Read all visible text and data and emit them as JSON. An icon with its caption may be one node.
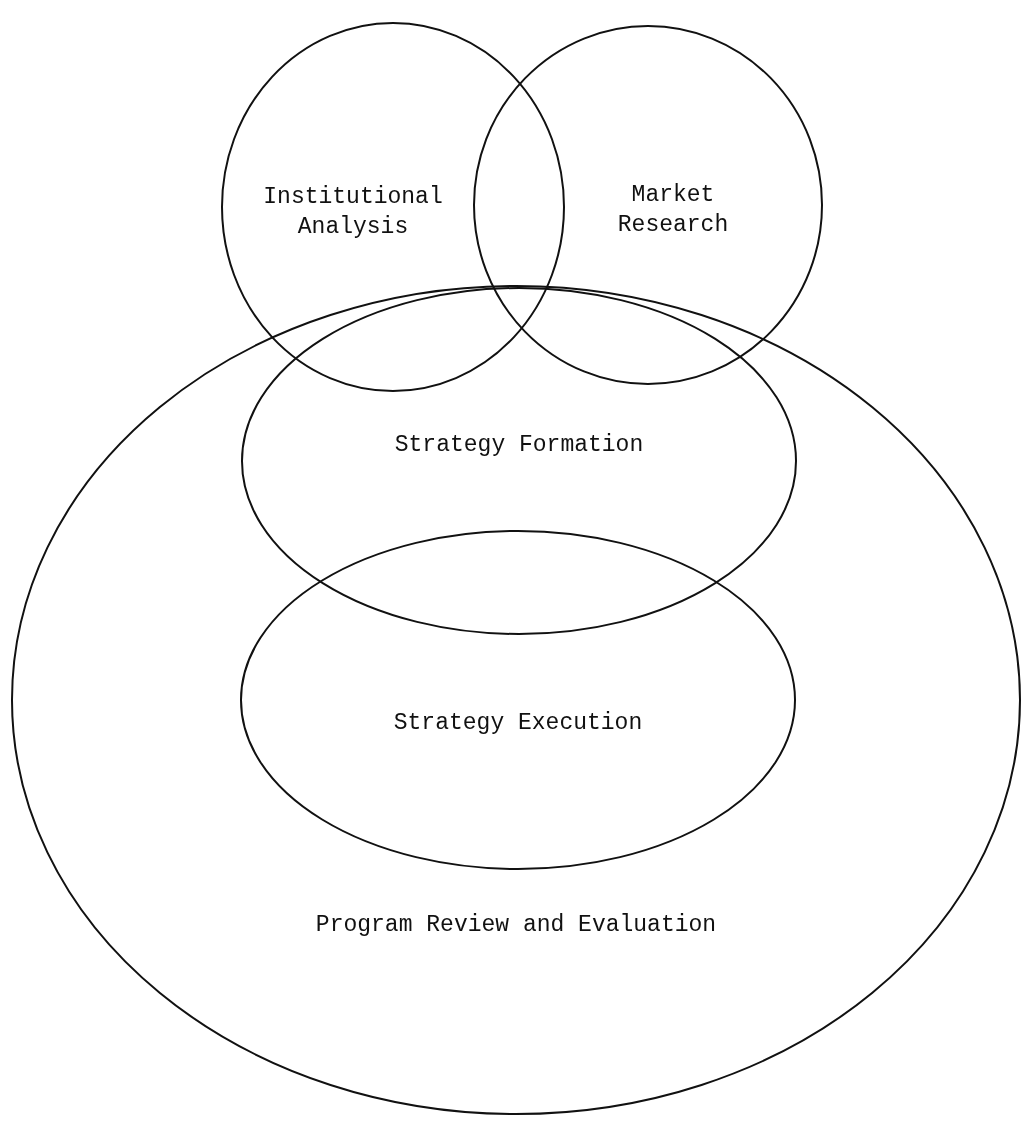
{
  "diagram": {
    "nodes": [
      {
        "text": [
          "Institutional Analysis"
        ]
      },
      {
        "text": [
          "Market Research"
        ]
      },
      {
        "text": [
          "Program Review and Evaluation"
        ]
      },
      {
        "text": [
          "Strategy Formation"
        ],
        "in": 2
      },
      {
        "text": [
          "Strategy Execution"
        ],
        "in": 2
      }
    ]
  }
}
